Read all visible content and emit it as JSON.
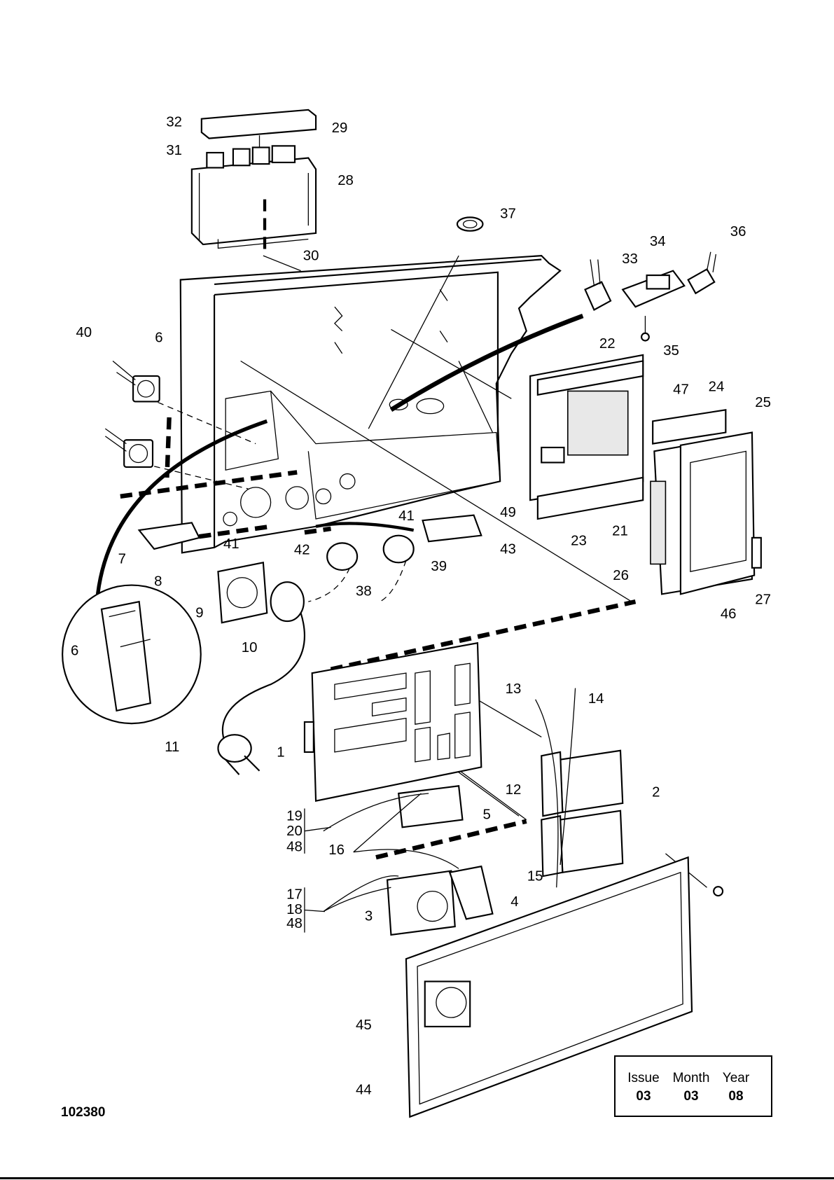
{
  "drawing_number": "102380",
  "revision_box": {
    "issue_label": "Issue",
    "issue_value": "03",
    "month_label": "Month",
    "month_value": "03",
    "year_label": "Year",
    "year_value": "08"
  },
  "callouts": [
    "32",
    "31",
    "29",
    "28",
    "30",
    "37",
    "36",
    "34",
    "33",
    "35",
    "40",
    "6",
    "22",
    "47",
    "24",
    "25",
    "41",
    "41",
    "42",
    "43",
    "7",
    "8",
    "49",
    "23",
    "21",
    "38",
    "39",
    "26",
    "27",
    "46",
    "9",
    "10",
    "6",
    "13",
    "14",
    "11",
    "1",
    "12",
    "2",
    "5",
    "19",
    "20",
    "48",
    "16",
    "15",
    "17",
    "18",
    "48",
    "4",
    "3",
    "45",
    "44"
  ]
}
